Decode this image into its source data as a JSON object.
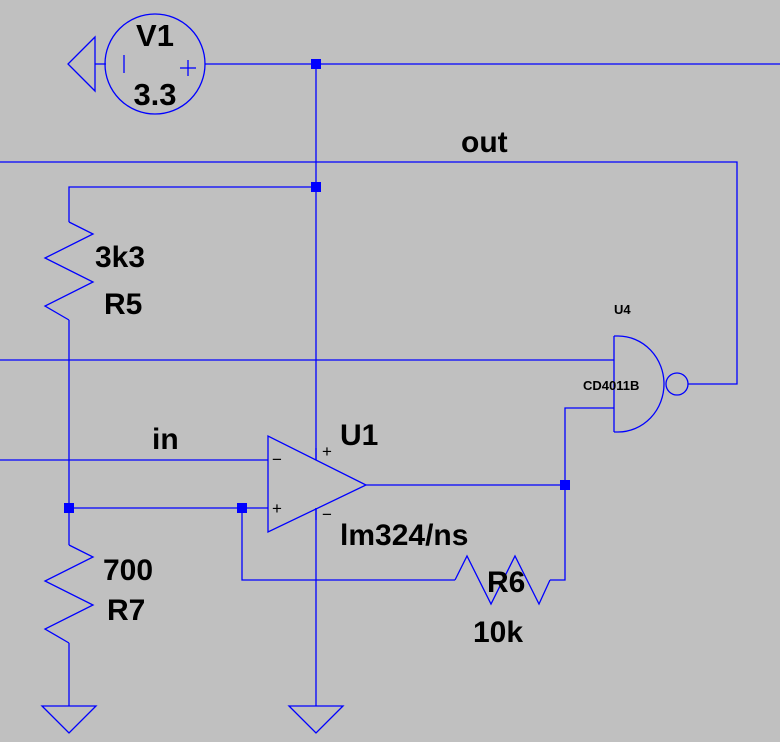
{
  "schematic": {
    "source_v1": {
      "name": "V1",
      "value": "3.3"
    },
    "resistor_r5": {
      "name": "R5",
      "value": "3k3"
    },
    "resistor_r7": {
      "name": "R7",
      "value": "700"
    },
    "resistor_r6": {
      "name": "R6",
      "value": "10k"
    },
    "opamp_u1": {
      "name": "U1",
      "model": "lm324/ns",
      "plus_sign": "+",
      "minus_sign": "−"
    },
    "gate_u4": {
      "name": "U4",
      "model": "CD4011B"
    },
    "net_labels": {
      "out": "out",
      "in": "in"
    },
    "colors": {
      "background": "#c0c0c0",
      "wire": "#0000ff",
      "text": "#000000"
    }
  }
}
